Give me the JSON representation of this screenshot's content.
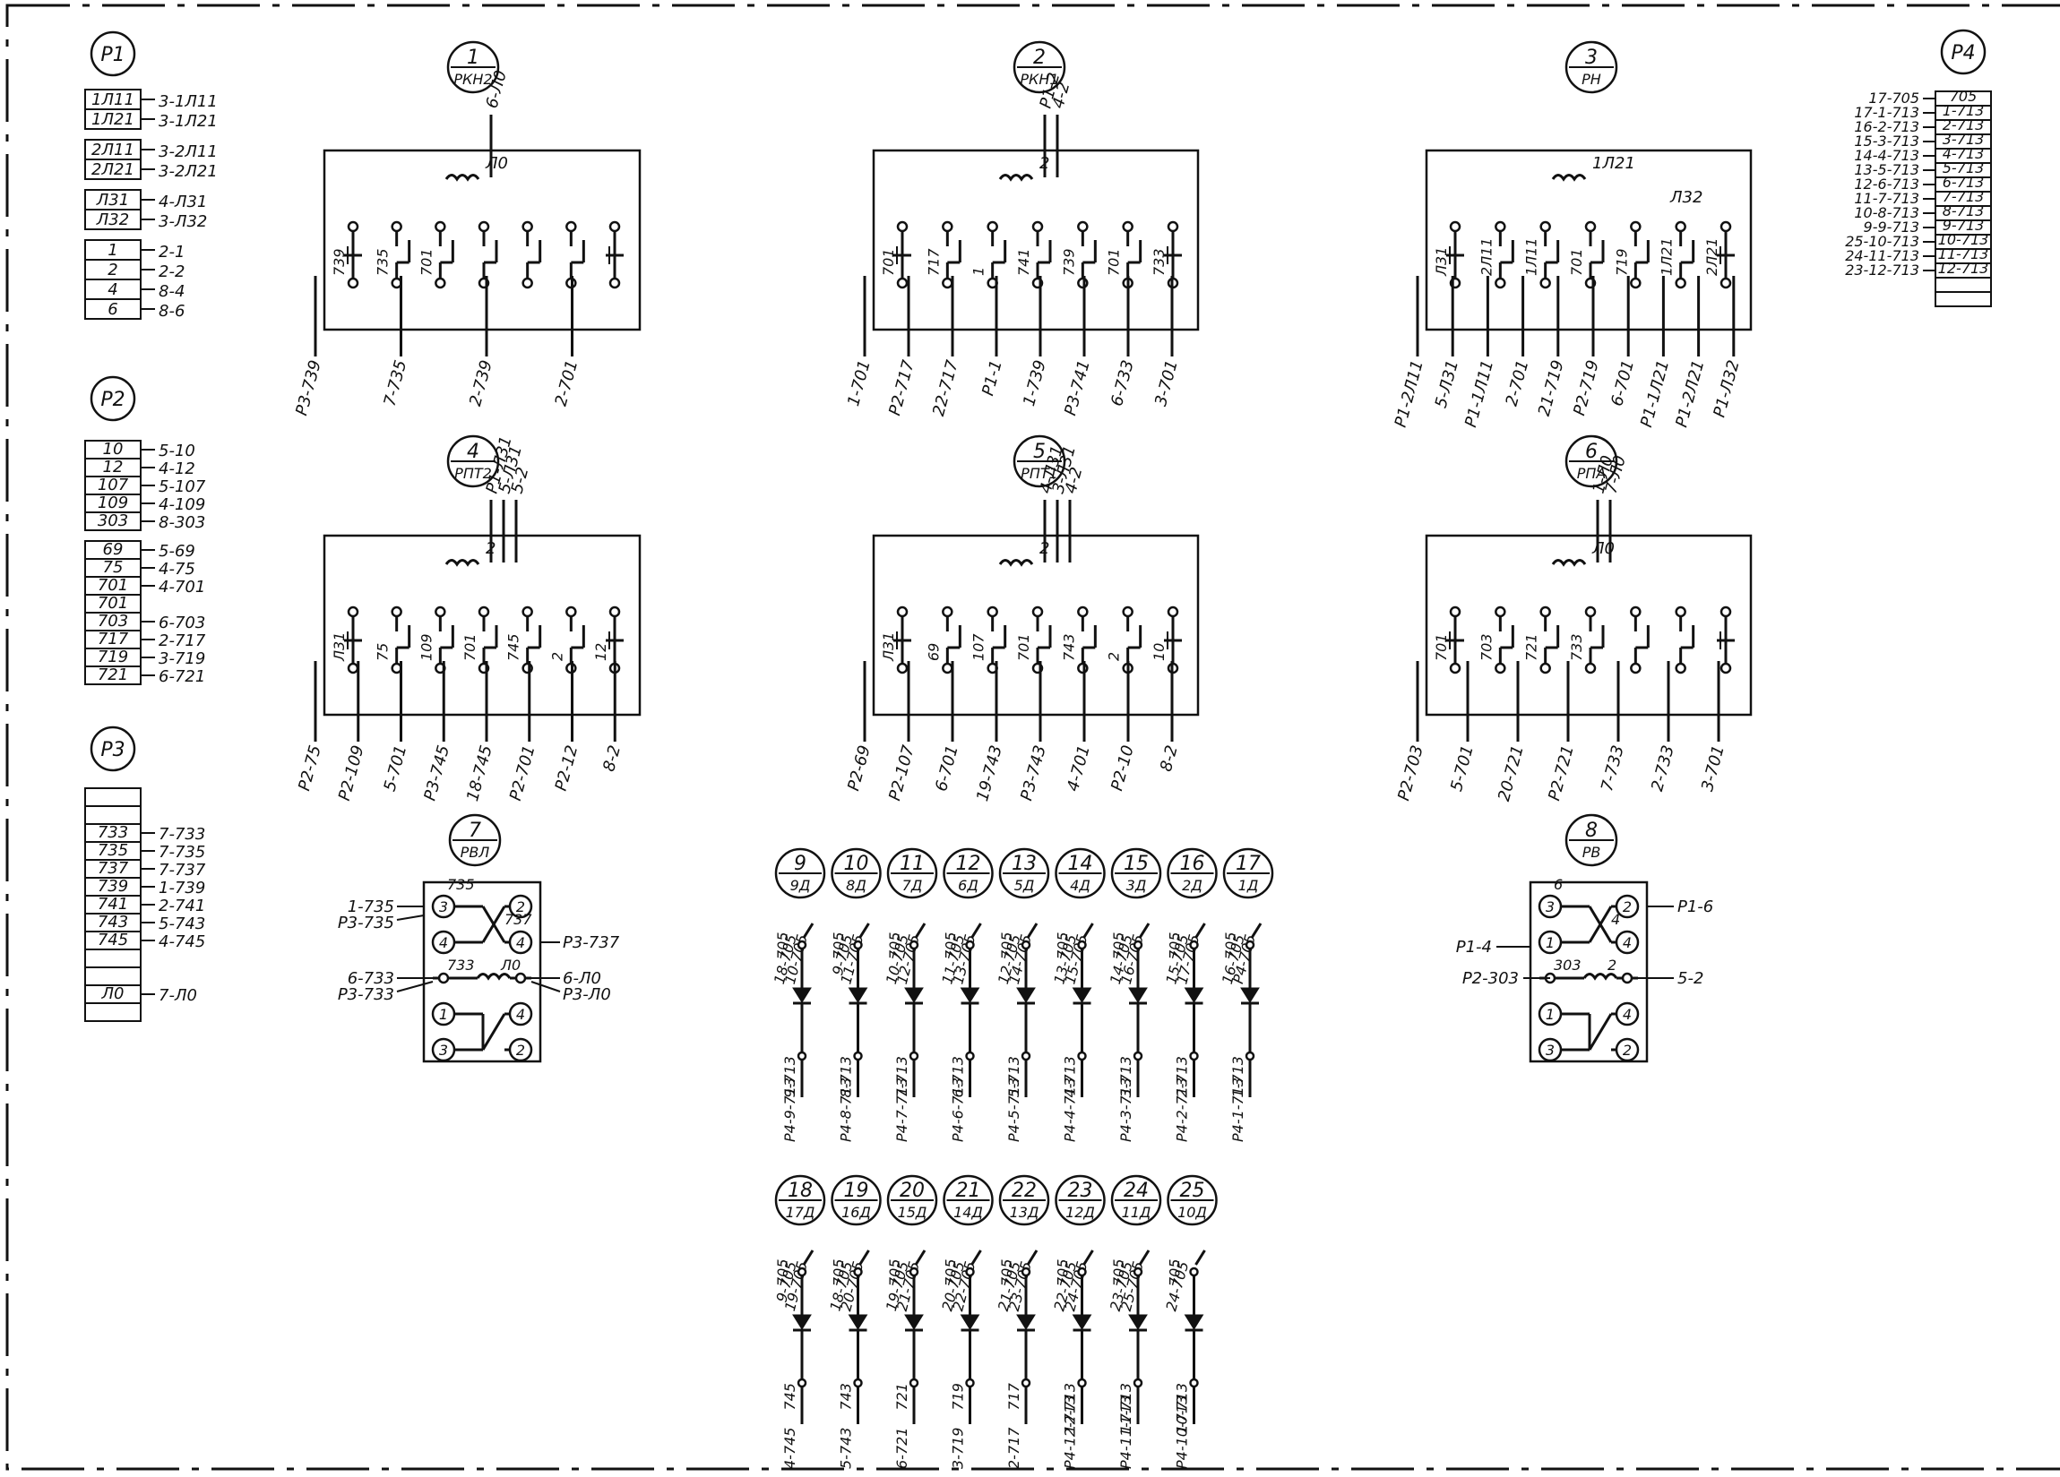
{
  "panels": [
    {
      "id": "P1",
      "rows": [
        {
          "cell": "1Л11",
          "wire": "3-1Л11"
        },
        {
          "cell": "1Л21",
          "wire": "3-1Л21"
        },
        {
          "cell": "2Л11",
          "wire": "3-2Л11"
        },
        {
          "cell": "2Л21",
          "wire": "3-2Л21"
        },
        {
          "cell": "Л31",
          "wire": "4-Л31"
        },
        {
          "cell": "Л32",
          "wire": "3-Л32"
        },
        {
          "cell": "1",
          "wire": "2-1"
        },
        {
          "cell": "2",
          "wire": "2-2"
        },
        {
          "cell": "4",
          "wire": "8-4"
        },
        {
          "cell": "6",
          "wire": "8-6"
        }
      ]
    },
    {
      "id": "P2",
      "rows": [
        {
          "cell": "10",
          "wire": "5-10"
        },
        {
          "cell": "12",
          "wire": "4-12"
        },
        {
          "cell": "107",
          "wire": "5-107"
        },
        {
          "cell": "109",
          "wire": "4-109"
        },
        {
          "cell": "303",
          "wire": "8-303"
        },
        {
          "cell": "69",
          "wire": "5-69"
        },
        {
          "cell": "75",
          "wire": "4-75"
        },
        {
          "cell": "701",
          "wire": "4-701"
        },
        {
          "cell": "701",
          "wire": ""
        },
        {
          "cell": "703",
          "wire": "6-703"
        },
        {
          "cell": "717",
          "wire": "2-717"
        },
        {
          "cell": "719",
          "wire": "3-719"
        },
        {
          "cell": "721",
          "wire": "6-721"
        }
      ]
    },
    {
      "id": "P3",
      "rows": [
        {
          "cell": "",
          "wire": ""
        },
        {
          "cell": "",
          "wire": ""
        },
        {
          "cell": "733",
          "wire": "7-733"
        },
        {
          "cell": "735",
          "wire": "7-735"
        },
        {
          "cell": "737",
          "wire": "7-737"
        },
        {
          "cell": "739",
          "wire": "1-739"
        },
        {
          "cell": "741",
          "wire": "2-741"
        },
        {
          "cell": "743",
          "wire": "5-743"
        },
        {
          "cell": "745",
          "wire": "4-745"
        },
        {
          "cell": "",
          "wire": ""
        },
        {
          "cell": "",
          "wire": ""
        },
        {
          "cell": "Л0",
          "wire": "7-Л0"
        },
        {
          "cell": "",
          "wire": ""
        }
      ]
    },
    {
      "id": "P4",
      "rows": [
        {
          "cell": "705",
          "wire": "17-705"
        },
        {
          "cell": "1-713",
          "wire": "17-1-713"
        },
        {
          "cell": "2-713",
          "wire": "16-2-713"
        },
        {
          "cell": "3-713",
          "wire": "15-3-713"
        },
        {
          "cell": "4-713",
          "wire": "14-4-713"
        },
        {
          "cell": "5-713",
          "wire": "13-5-713"
        },
        {
          "cell": "6-713",
          "wire": "12-6-713"
        },
        {
          "cell": "7-713",
          "wire": "11-7-713"
        },
        {
          "cell": "8-713",
          "wire": "10-8-713"
        },
        {
          "cell": "9-713",
          "wire": "9-9-713"
        },
        {
          "cell": "10-713",
          "wire": "25-10-713"
        },
        {
          "cell": "11-713",
          "wire": "24-11-713"
        },
        {
          "cell": "12-713",
          "wire": "23-12-713"
        },
        {
          "cell": "",
          "wire": ""
        },
        {
          "cell": "",
          "wire": ""
        }
      ]
    }
  ],
  "relays": [
    {
      "num": "1",
      "code": "РКН2",
      "top_wire": "6-Л0",
      "coil_label": "Л0",
      "contact_labels": [
        "739",
        "735",
        "701"
      ],
      "bottom_wires": [
        "Р3-739",
        "7-735",
        "2-739",
        "2-701"
      ]
    },
    {
      "num": "2",
      "code": "РКН1",
      "top_wires": [
        "Р1-2",
        "4-2"
      ],
      "coil_label": "2",
      "contact_labels": [
        "701",
        "717",
        "1",
        "741",
        "739",
        "701",
        "733"
      ],
      "bottom_wires": [
        "1-701",
        "Р2-717",
        "22-717",
        "Р1-1",
        "1-739",
        "Р3-741",
        "6-733",
        "3-701"
      ]
    },
    {
      "num": "3",
      "code": "РН",
      "coil_label": "1Л21",
      "extra_label": "Л32",
      "contact_labels": [
        "Л31",
        "2Л11",
        "1Л11",
        "701",
        "719",
        "1Л21",
        "2Л21"
      ],
      "bottom_wires": [
        "Р1-2Л11",
        "5-Л31",
        "Р1-1Л11",
        "2-701",
        "21-719",
        "Р2-719",
        "6-701",
        "Р1-1Л21",
        "Р1-2Л21",
        "Р1-Л32"
      ]
    },
    {
      "num": "4",
      "code": "РПТ2",
      "top_wires": [
        "Р1-Л31",
        "5-Л31",
        "5-2"
      ],
      "coil_label": "2",
      "contact_labels": [
        "Л31",
        "75",
        "109",
        "701",
        "745",
        "2",
        "12"
      ],
      "bottom_wires": [
        "Р2-75",
        "Р2-109",
        "5-701",
        "Р3-745",
        "18-745",
        "Р2-701",
        "Р2-12",
        "8-2"
      ]
    },
    {
      "num": "5",
      "code": "РПТ1",
      "top_wires": [
        "4-Л31",
        "3-Л31",
        "4-2"
      ],
      "coil_label": "2",
      "contact_labels": [
        "Л31",
        "69",
        "107",
        "701",
        "743",
        "2",
        "10"
      ],
      "bottom_wires": [
        "Р2-69",
        "Р2-107",
        "6-701",
        "19-743",
        "Р3-743",
        "4-701",
        "Р2-10",
        "8-2"
      ]
    },
    {
      "num": "6",
      "code": "РПА",
      "top_wires": [
        "1-Л0",
        "7-Л0"
      ],
      "coil_label": "Л0",
      "contact_labels": [
        "701",
        "703",
        "721",
        "733"
      ],
      "bottom_wires": [
        "Р2-703",
        "5-701",
        "20-721",
        "Р2-721",
        "7-733",
        "2-733",
        "3-701"
      ]
    },
    {
      "num": "7",
      "code": "РВЛ",
      "left_wires": [
        "1-735",
        "Р3-735",
        "6-733",
        "Р3-733"
      ],
      "right_wires": [
        "Р3-737",
        "6-Л0",
        "Р3-Л0"
      ],
      "inner_labels": [
        "735",
        "737",
        "733",
        "Л0"
      ],
      "terminals": [
        "3",
        "2",
        "4",
        "4",
        "1",
        "4",
        "3",
        "2"
      ]
    },
    {
      "num": "8",
      "code": "РВ",
      "left_wires": [
        "Р1-4",
        "Р2-303"
      ],
      "right_wires": [
        "Р1-6",
        "5-2"
      ],
      "inner_labels": [
        "6",
        "4",
        "303",
        "2"
      ],
      "terminals": [
        "3",
        "2",
        "1",
        "4",
        "1",
        "4",
        "3",
        "2"
      ]
    }
  ],
  "diode_row1": [
    {
      "num": "9",
      "code": "9Д",
      "top": [
        "18-705",
        "10-705"
      ],
      "left": "705",
      "bottom": "9-713",
      "end": "Р4-9-713"
    },
    {
      "num": "10",
      "code": "8Д",
      "top": [
        "9-705",
        "11-705"
      ],
      "left": "705",
      "bottom": "8-713",
      "end": "Р4-8-713"
    },
    {
      "num": "11",
      "code": "7Д",
      "top": [
        "10-705",
        "12-705"
      ],
      "left": "705",
      "bottom": "7-713",
      "end": "Р4-7-713"
    },
    {
      "num": "12",
      "code": "6Д",
      "top": [
        "11-705",
        "13-705"
      ],
      "left": "705",
      "bottom": "6-713",
      "end": "Р4-6-713"
    },
    {
      "num": "13",
      "code": "5Д",
      "top": [
        "12-705",
        "14-705"
      ],
      "left": "705",
      "bottom": "5-713",
      "end": "Р4-5-713"
    },
    {
      "num": "14",
      "code": "4Д",
      "top": [
        "13-705",
        "15-705"
      ],
      "left": "705",
      "bottom": "4-713",
      "end": "Р4-4-713"
    },
    {
      "num": "15",
      "code": "3Д",
      "top": [
        "14-705",
        "16-705"
      ],
      "left": "705",
      "bottom": "3-713",
      "end": "Р4-3-713"
    },
    {
      "num": "16",
      "code": "2Д",
      "top": [
        "15-705",
        "17-705"
      ],
      "left": "705",
      "bottom": "2-713",
      "end": "Р4-2-713"
    },
    {
      "num": "17",
      "code": "1Д",
      "top": [
        "16-705",
        "Р4-705"
      ],
      "left": "705",
      "bottom": "1-713",
      "end": "Р4-1-713"
    }
  ],
  "diode_row2": [
    {
      "num": "18",
      "code": "17Д",
      "top": [
        "9-705",
        "19-705"
      ],
      "left": "705",
      "bottom": "745",
      "end": "4-745"
    },
    {
      "num": "19",
      "code": "16Д",
      "top": [
        "18-705",
        "20-705"
      ],
      "left": "705",
      "bottom": "743",
      "end": "5-743"
    },
    {
      "num": "20",
      "code": "15Д",
      "top": [
        "19-705",
        "21-705"
      ],
      "left": "705",
      "bottom": "721",
      "end": "6-721"
    },
    {
      "num": "21",
      "code": "14Д",
      "top": [
        "20-705",
        "22-705"
      ],
      "left": "705",
      "bottom": "719",
      "end": "3-719"
    },
    {
      "num": "22",
      "code": "13Д",
      "top": [
        "21-705",
        "23-705"
      ],
      "left": "705",
      "bottom": "717",
      "end": "2-717"
    },
    {
      "num": "23",
      "code": "12Д",
      "top": [
        "22-705",
        "24-705"
      ],
      "left": "705",
      "bottom": "12-713",
      "end": "Р4-12-713"
    },
    {
      "num": "24",
      "code": "11Д",
      "top": [
        "23-705",
        "25-705"
      ],
      "left": "705",
      "bottom": "11-713",
      "end": "Р4-11-713"
    },
    {
      "num": "25",
      "code": "10Д",
      "top": [
        "24-705"
      ],
      "left": "705",
      "bottom": "10-713",
      "end": "Р4-10-713"
    }
  ]
}
